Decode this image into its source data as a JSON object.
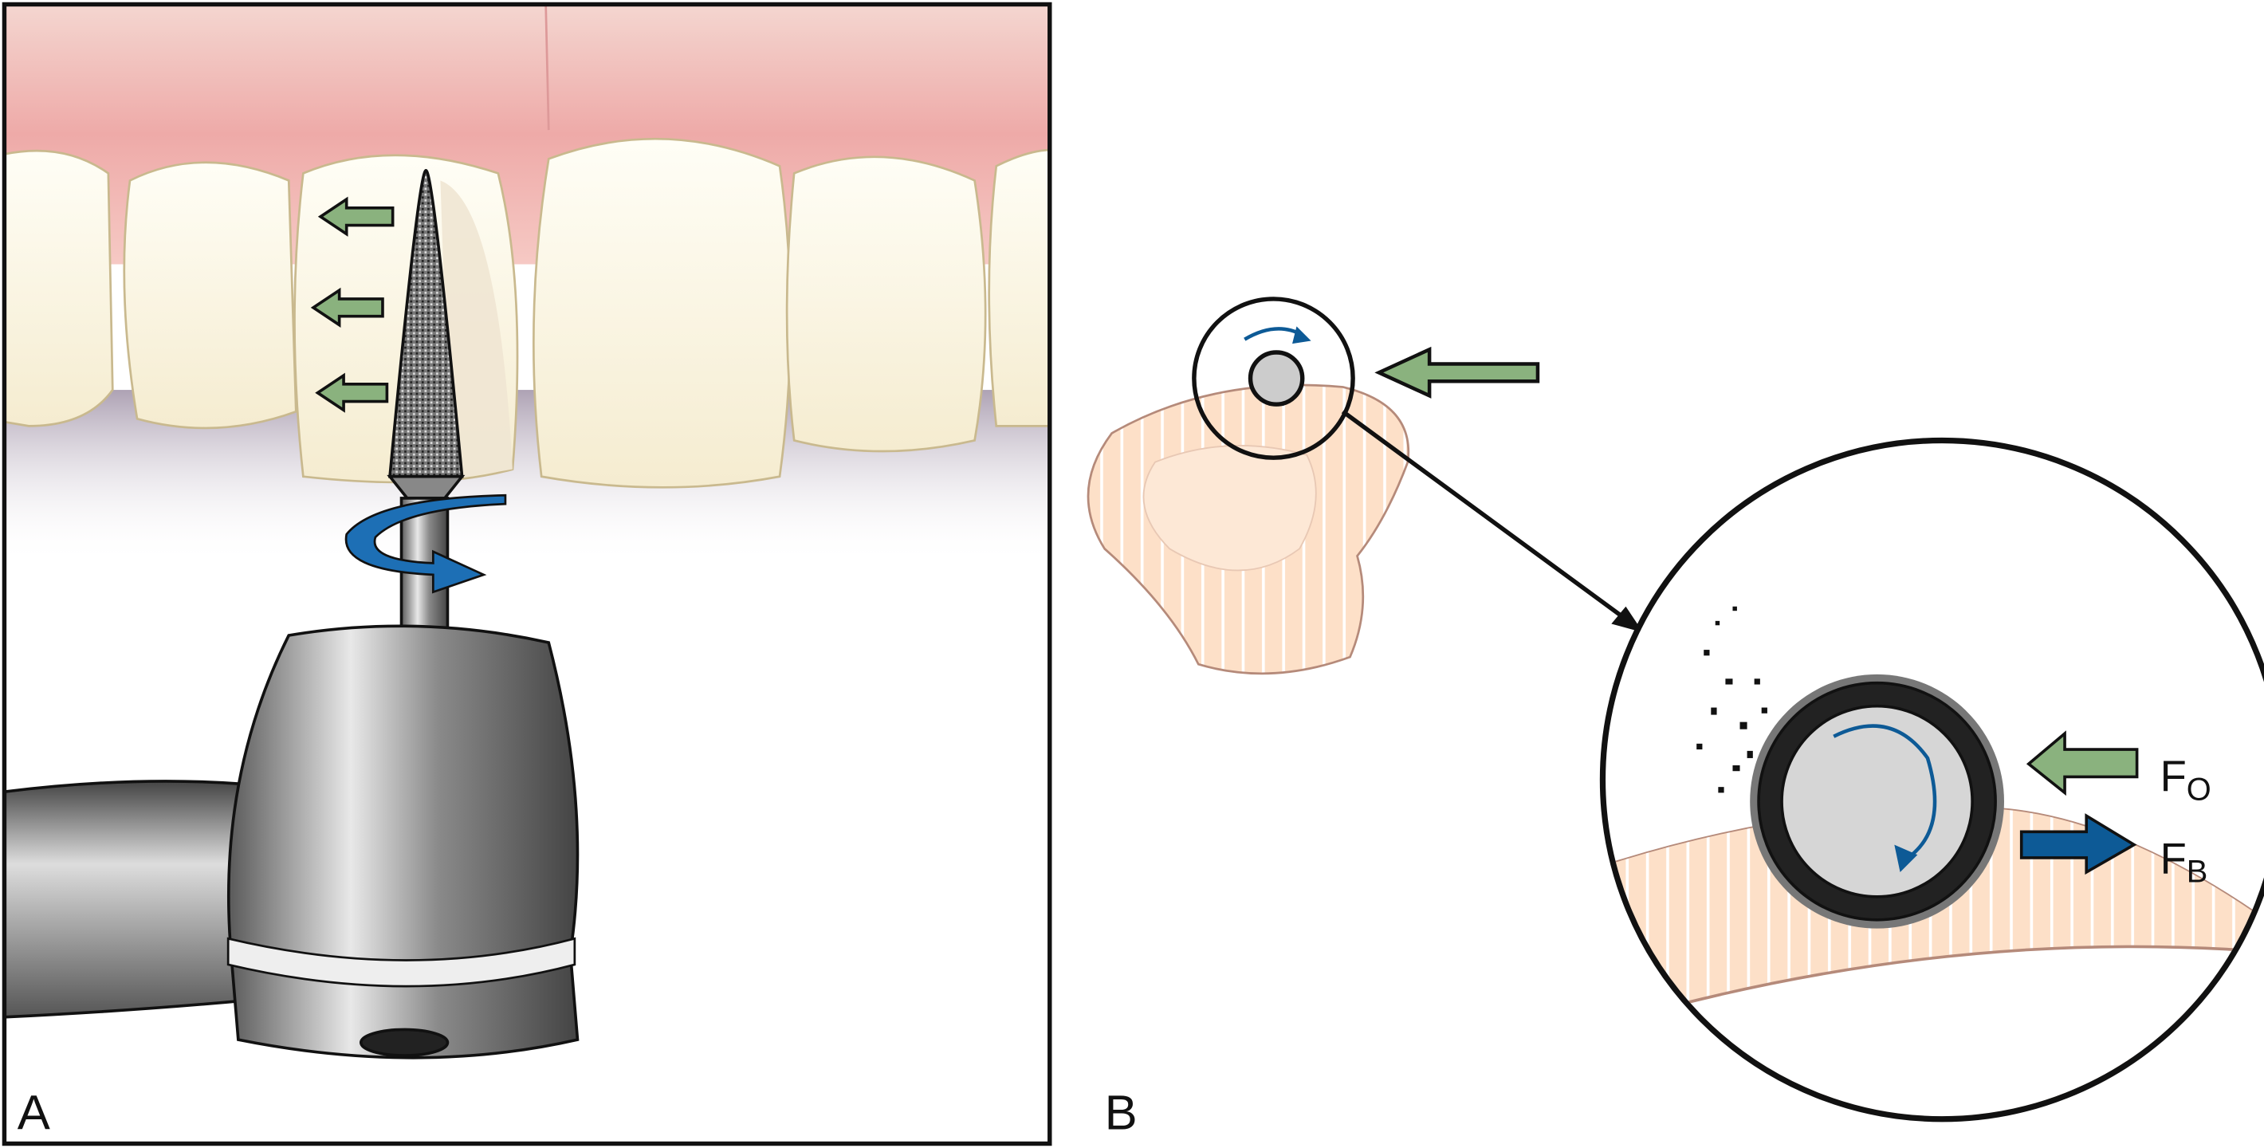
{
  "panels": {
    "a": {
      "label": "A"
    },
    "b": {
      "label": "B"
    }
  },
  "forces": {
    "occlusal": {
      "main": "F",
      "sub": "O",
      "color": "#8ab27e"
    },
    "bur": {
      "main": "F",
      "sub": "B",
      "color": "#0d5a96"
    }
  },
  "colors": {
    "gum": "#f2b8b4",
    "tooth": "#fbf6e6",
    "dentin": "#fde0c8",
    "arrow_green": "#8ab27e",
    "arrow_blue": "#1d6fb5",
    "metal": "#9a9a9a"
  }
}
